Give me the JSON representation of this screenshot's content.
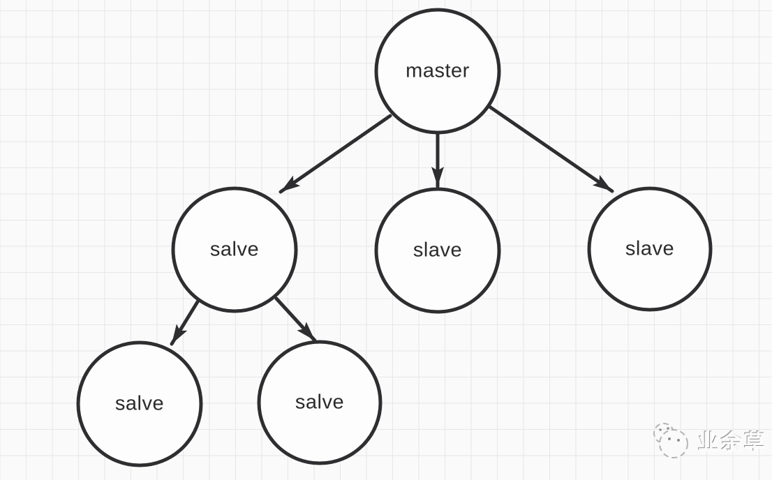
{
  "diagram": {
    "type": "tree",
    "nodes": [
      {
        "id": "master",
        "label": "master",
        "level": 1
      },
      {
        "id": "slave-left",
        "label": "salve",
        "level": 2
      },
      {
        "id": "slave-middle",
        "label": "slave",
        "level": 2
      },
      {
        "id": "slave-right",
        "label": "slave",
        "level": 2
      },
      {
        "id": "slave-leaf-left",
        "label": "salve",
        "level": 3
      },
      {
        "id": "slave-leaf-right",
        "label": "salve",
        "level": 3
      }
    ],
    "edges": [
      {
        "from": "master",
        "to": "slave-left"
      },
      {
        "from": "master",
        "to": "slave-middle"
      },
      {
        "from": "master",
        "to": "slave-right"
      },
      {
        "from": "slave-left",
        "to": "slave-leaf-left"
      },
      {
        "from": "slave-left",
        "to": "slave-leaf-right"
      }
    ]
  },
  "watermark": {
    "text": "业余草",
    "logo": "two-overlapping-faces-icon"
  },
  "colors": {
    "background": "#fafafa",
    "grid_line": "#e7e7eb",
    "node_stroke": "#2e2e30",
    "node_fill": "#fdfdfd",
    "label_text": "#2b2b2b",
    "watermark_gray": "#b3b3b3"
  }
}
